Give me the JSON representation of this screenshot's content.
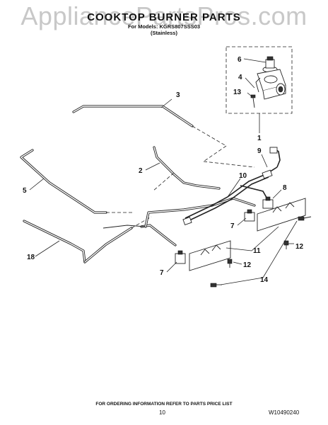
{
  "watermark": "AppliancePartsPros.com",
  "header": {
    "title": "COOKTOP BURNER PARTS",
    "models_line": "For Models: KGRS807SSS03",
    "finish_line": "(Stainless)"
  },
  "callouts": {
    "c1": "1",
    "c2": "2",
    "c3": "3",
    "c4": "4",
    "c5": "5",
    "c6": "6",
    "c7a": "7",
    "c7b": "7",
    "c8": "8",
    "c9": "9",
    "c10": "10",
    "c11": "11",
    "c12a": "12",
    "c12b": "12",
    "c13": "13",
    "c14": "14",
    "c18": "18"
  },
  "footer": {
    "ordering_note": "FOR ORDERING INFORMATION REFER TO PARTS PRICE LIST",
    "page_number": "10",
    "doc_code": "W10490240"
  }
}
